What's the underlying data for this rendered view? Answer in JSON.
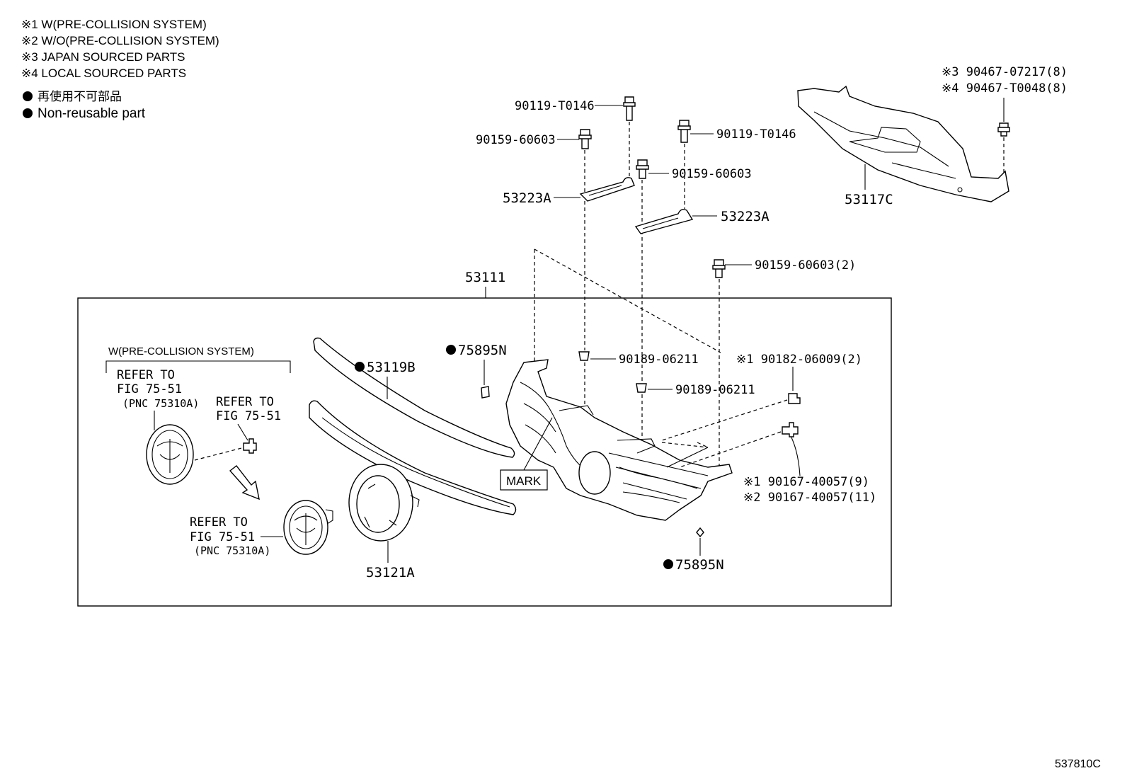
{
  "legend": {
    "notes": [
      "※1 W(PRE-COLLISION SYSTEM)",
      "※2 W/O(PRE-COLLISION SYSTEM)",
      "※3 JAPAN SOURCED PARTS",
      "※4 LOCAL SOURCED PARTS"
    ],
    "nonreusable_jp": "再使用不可部品",
    "nonreusable_en": "Non-reusable part"
  },
  "labels": {
    "bolt_t0146_a": "90119-T0146",
    "bolt_60603_a": "90159-60603",
    "bracket_a": "53223A",
    "bolt_t0146_b": "90119-T0146",
    "bolt_60603_b": "90159-60603",
    "bracket_b": "53223A",
    "cover_note3": "※3 90467-07217(8)",
    "cover_note4": "※4 90467-T0048(8)",
    "cover": "53117C",
    "assy": "53111",
    "bolt_60603_2": "90159-60603(2)",
    "group_title": "W(PRE-COLLISION SYSTEM)",
    "refer1_a": "REFER TO",
    "refer1_b": "FIG 75-51",
    "refer1_c": "(PNC 75310A)",
    "refer2_a": "REFER TO",
    "refer2_b": "FIG 75-51",
    "refer3_a": "REFER TO",
    "refer3_b": "FIG 75-51",
    "refer3_c": "(PNC 75310A)",
    "molding": "53119B",
    "plate_top": "75895N",
    "clip_a": "90189-06211",
    "clip_b": "90189-06211",
    "nut_note1": "※1 90182-06009(2)",
    "screw_note1": "※1 90167-40057(9)",
    "screw_note2": "※2 90167-40057(11)",
    "mark": "MARK",
    "ring": "53121A",
    "plate_bottom": "75895N",
    "illustration_id": "537810C"
  }
}
